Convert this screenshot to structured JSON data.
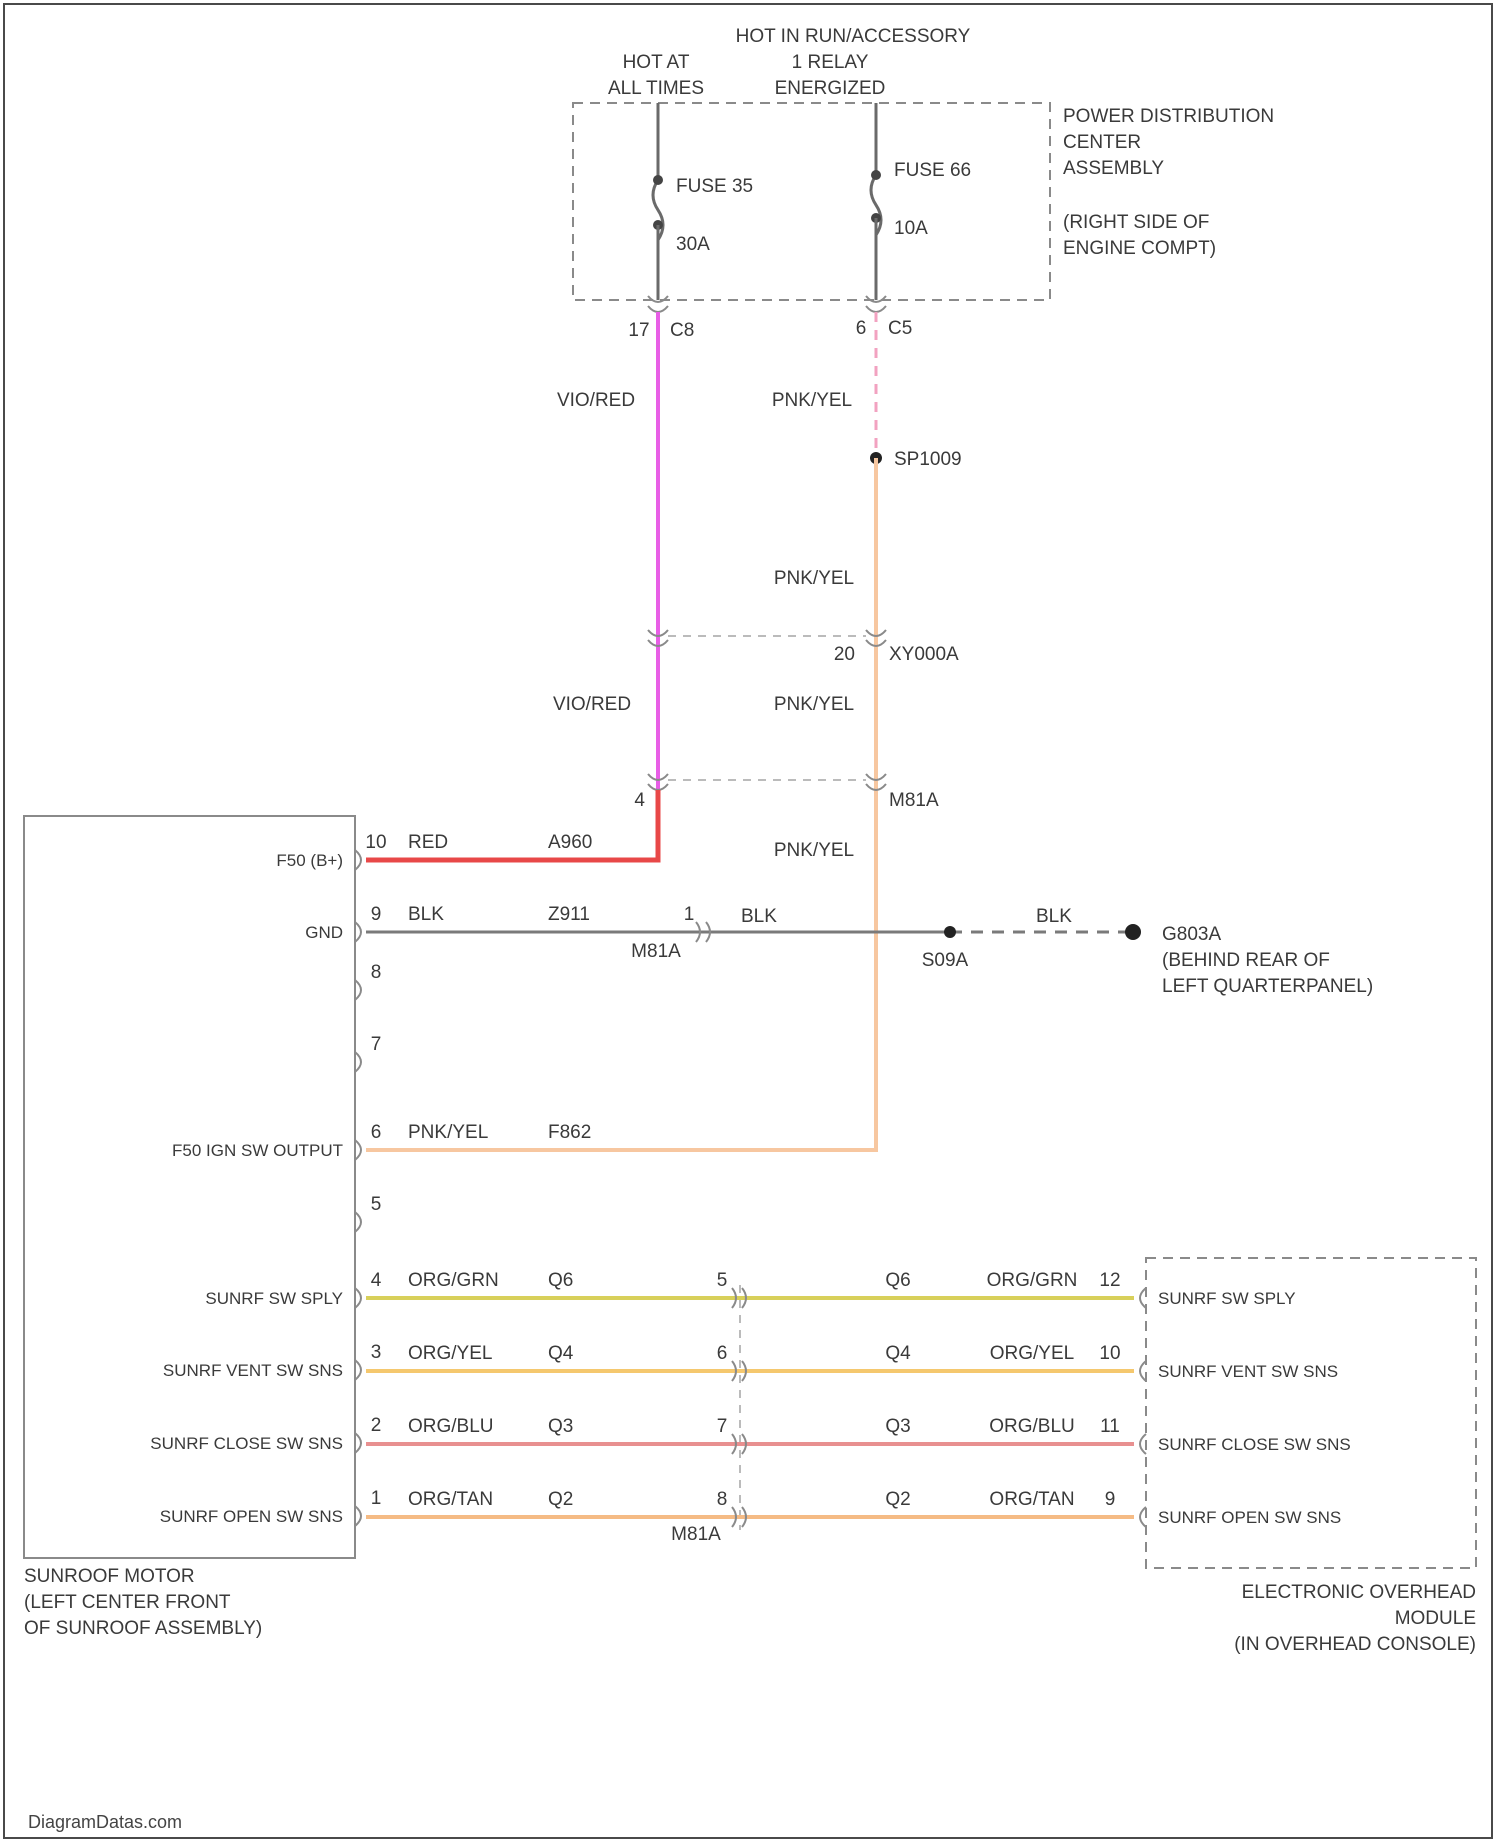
{
  "top": {
    "hot_run_acc": "HOT IN RUN/ACCESSORY",
    "hot_all_times_1": "HOT AT",
    "hot_all_times_2": "ALL TIMES",
    "relay_1": "1 RELAY",
    "relay_2": "ENERGIZED"
  },
  "pdc": {
    "name_1": "POWER DISTRIBUTION",
    "name_2": "CENTER",
    "name_3": "ASSEMBLY",
    "loc_1": "(RIGHT SIDE OF",
    "loc_2": "ENGINE COMPT)",
    "fuse_a_name": "FUSE 35",
    "fuse_a_rating": "30A",
    "fuse_b_name": "FUSE 66",
    "fuse_b_rating": "10A",
    "conn_a_pin": "17",
    "conn_a_name": "C8",
    "conn_b_pin": "6",
    "conn_b_name": "C5"
  },
  "wires": {
    "vio_red_1": "VIO/RED",
    "vio_red_2": "VIO/RED",
    "pnk_yel_1": "PNK/YEL",
    "pnk_yel_2": "PNK/YEL",
    "pnk_yel_3": "PNK/YEL",
    "pnk_yel_4": "PNK/YEL",
    "splice": "SP1009",
    "inline_1_pin": "20",
    "inline_1_name": "XY000A",
    "inline_2_pin": "4",
    "inline_2_name": "M81A"
  },
  "motor": {
    "name_1": "SUNROOF MOTOR",
    "name_2": "(LEFT CENTER FRONT",
    "name_3": "OF SUNROOF ASSEMBLY)",
    "pins": [
      {
        "label": "F50 (B+)",
        "pin": "10",
        "color": "RED",
        "circuit": "A960"
      },
      {
        "label": "GND",
        "pin": "9",
        "color": "BLK",
        "circuit": "Z911"
      },
      {
        "label": "",
        "pin": "8",
        "color": "",
        "circuit": ""
      },
      {
        "label": "",
        "pin": "7",
        "color": "",
        "circuit": ""
      },
      {
        "label": "F50 IGN SW OUTPUT",
        "pin": "6",
        "color": "PNK/YEL",
        "circuit": "F862"
      },
      {
        "label": "",
        "pin": "5",
        "color": "",
        "circuit": ""
      },
      {
        "label": "SUNRF SW SPLY",
        "pin": "4",
        "color": "ORG/GRN",
        "circuit": "Q6"
      },
      {
        "label": "SUNRF VENT SW SNS",
        "pin": "3",
        "color": "ORG/YEL",
        "circuit": "Q4"
      },
      {
        "label": "SUNRF CLOSE SW SNS",
        "pin": "2",
        "color": "ORG/BLU",
        "circuit": "Q3"
      },
      {
        "label": "SUNRF OPEN SW SNS",
        "pin": "1",
        "color": "ORG/TAN",
        "circuit": "Q2"
      }
    ]
  },
  "ground": {
    "inline_pin": "1",
    "inline_name": "M81A",
    "color_1": "BLK",
    "color_2": "BLK",
    "splice": "S09A",
    "point": "G803A",
    "loc_1": "(BEHIND REAR OF",
    "loc_2": "LEFT QUARTERPANEL)"
  },
  "signals": {
    "inline_name": "M81A",
    "rows": [
      {
        "inline_pin": "5",
        "circuit": "Q6",
        "color": "ORG/GRN",
        "module_pin": "12",
        "module_label": "SUNRF SW SPLY",
        "wire": "#d8d05a"
      },
      {
        "inline_pin": "6",
        "circuit": "Q4",
        "color": "ORG/YEL",
        "module_pin": "10",
        "module_label": "SUNRF VENT SW SNS",
        "wire": "#f5c86e"
      },
      {
        "inline_pin": "7",
        "circuit": "Q3",
        "color": "ORG/BLU",
        "module_pin": "11",
        "module_label": "SUNRF CLOSE SW SNS",
        "wire": "#e89090"
      },
      {
        "inline_pin": "8",
        "circuit": "Q2",
        "color": "ORG/TAN",
        "module_pin": "9",
        "module_label": "SUNRF OPEN SW SNS",
        "wire": "#f5bb85"
      }
    ]
  },
  "module": {
    "name_1": "ELECTRONIC OVERHEAD",
    "name_2": "MODULE",
    "name_3": "(IN OVERHEAD CONSOLE)"
  },
  "watermark": "DiagramDatas.com",
  "colors": {
    "vio_red": "#e85ee6",
    "red": "#e84848",
    "pnk_yel": "#f7c7a0",
    "pnk_yel_dash": "#f2a2c0",
    "blk": "#7a7a7a",
    "outline": "#8a8a8a"
  }
}
